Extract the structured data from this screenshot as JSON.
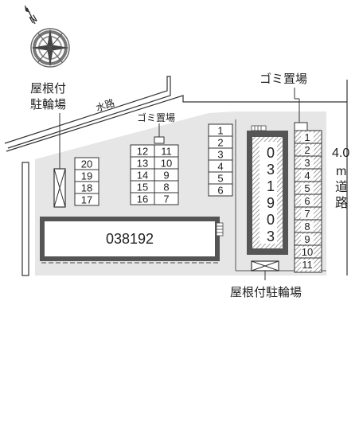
{
  "compass": {
    "north_label": "N"
  },
  "labels": {
    "canal": "水路",
    "roof_bike_parking_left": [
      "屋根付",
      "駐輪場"
    ],
    "roof_bike_parking_bottom": "屋根付駐輪場",
    "garbage_top_right": "ゴミ置場",
    "garbage_center": "ゴミ置場",
    "road_width": "4.0",
    "road_unit": "m",
    "road_name": [
      "道",
      "路"
    ]
  },
  "buildings": {
    "horizontal": "038192",
    "vertical": [
      "0",
      "3",
      "1",
      "9",
      "0",
      "3"
    ]
  },
  "parking": {
    "left_col_a": [
      "20",
      "19",
      "18",
      "17"
    ],
    "mid_col_a": [
      "12",
      "13",
      "14",
      "15",
      "16"
    ],
    "mid_col_b": [
      "11",
      "10",
      "9",
      "8",
      "7"
    ],
    "right_col": [
      "1",
      "2",
      "3",
      "4",
      "5",
      "6"
    ],
    "strip": [
      "1",
      "2",
      "3",
      "4",
      "5",
      "6",
      "7",
      "8",
      "9",
      "10",
      "11"
    ]
  },
  "colors": {
    "site": "#e6e6e6",
    "line": "#333333",
    "building_outer": "#555555",
    "hatch": "#9a9a9a"
  }
}
